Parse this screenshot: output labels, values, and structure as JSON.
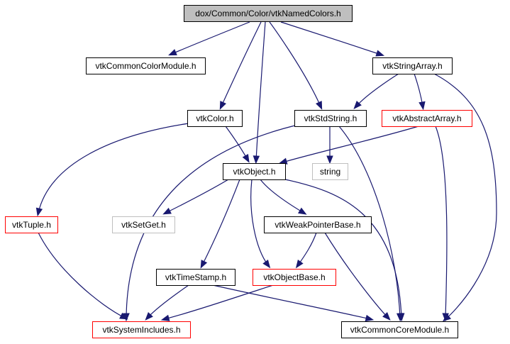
{
  "colors": {
    "edge": "#191970",
    "root_fill": "#bfbfbf",
    "normal_border": "#000000",
    "incomplete_border": "#ff0000",
    "external_border": "#bfbfbf",
    "external_text": "#000000"
  },
  "nodes": [
    {
      "id": "named_colors",
      "label": "dox/Common/Color/vtkNamedColors.h",
      "kind": "root"
    },
    {
      "id": "color_module",
      "label": "vtkCommonColorModule.h",
      "kind": "normal"
    },
    {
      "id": "string_array",
      "label": "vtkStringArray.h",
      "kind": "normal"
    },
    {
      "id": "color",
      "label": "vtkColor.h",
      "kind": "normal"
    },
    {
      "id": "std_string",
      "label": "vtkStdString.h",
      "kind": "normal"
    },
    {
      "id": "abstract_array",
      "label": "vtkAbstractArray.h",
      "kind": "incomplete"
    },
    {
      "id": "object",
      "label": "vtkObject.h",
      "kind": "normal"
    },
    {
      "id": "string",
      "label": "string",
      "kind": "external"
    },
    {
      "id": "tuple",
      "label": "vtkTuple.h",
      "kind": "incomplete"
    },
    {
      "id": "set_get",
      "label": "vtkSetGet.h",
      "kind": "external"
    },
    {
      "id": "weak_pointer_base",
      "label": "vtkWeakPointerBase.h",
      "kind": "normal"
    },
    {
      "id": "time_stamp",
      "label": "vtkTimeStamp.h",
      "kind": "normal"
    },
    {
      "id": "object_base",
      "label": "vtkObjectBase.h",
      "kind": "incomplete"
    },
    {
      "id": "system_includes",
      "label": "vtkSystemIncludes.h",
      "kind": "incomplete"
    },
    {
      "id": "core_module",
      "label": "vtkCommonCoreModule.h",
      "kind": "normal"
    }
  ],
  "edges": [
    {
      "from": "named_colors",
      "to": "color_module"
    },
    {
      "from": "named_colors",
      "to": "string_array"
    },
    {
      "from": "named_colors",
      "to": "color"
    },
    {
      "from": "named_colors",
      "to": "std_string"
    },
    {
      "from": "named_colors",
      "to": "object"
    },
    {
      "from": "string_array",
      "to": "std_string"
    },
    {
      "from": "string_array",
      "to": "abstract_array"
    },
    {
      "from": "string_array",
      "to": "core_module"
    },
    {
      "from": "color",
      "to": "object"
    },
    {
      "from": "color",
      "to": "tuple"
    },
    {
      "from": "std_string",
      "to": "string"
    },
    {
      "from": "std_string",
      "to": "system_includes"
    },
    {
      "from": "std_string",
      "to": "core_module"
    },
    {
      "from": "abstract_array",
      "to": "object"
    },
    {
      "from": "abstract_array",
      "to": "core_module"
    },
    {
      "from": "object",
      "to": "set_get"
    },
    {
      "from": "object",
      "to": "weak_pointer_base"
    },
    {
      "from": "object",
      "to": "time_stamp"
    },
    {
      "from": "object",
      "to": "object_base"
    },
    {
      "from": "object",
      "to": "core_module"
    },
    {
      "from": "tuple",
      "to": "system_includes"
    },
    {
      "from": "weak_pointer_base",
      "to": "object_base"
    },
    {
      "from": "weak_pointer_base",
      "to": "core_module"
    },
    {
      "from": "time_stamp",
      "to": "system_includes"
    },
    {
      "from": "time_stamp",
      "to": "core_module"
    },
    {
      "from": "object_base",
      "to": "system_includes"
    }
  ]
}
